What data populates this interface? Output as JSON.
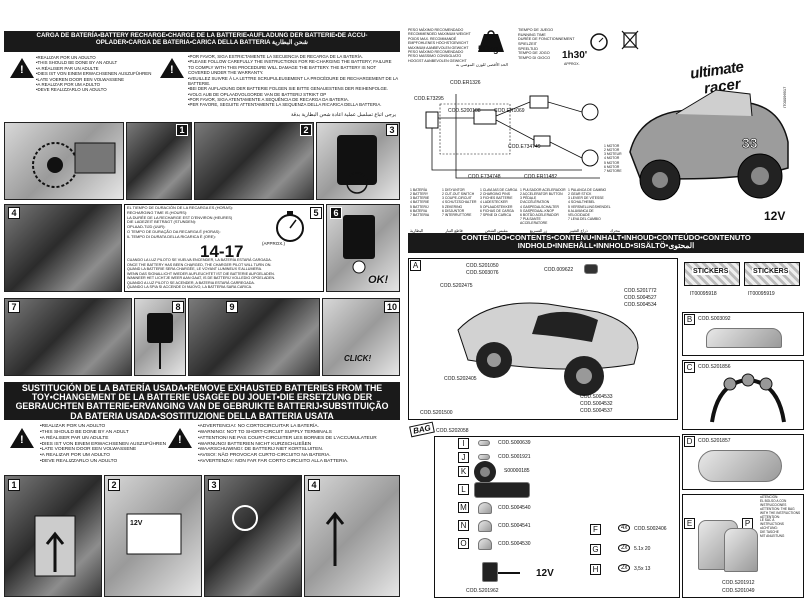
{
  "left_page": {
    "charge_header": "CARGA DE BATERÍA•BATTERY RECHARGE•CHARGE DE LA BATTERIE•AUFLADUNG DER BATTERIE•DE ACCU-OPLADER•CARGA DE BATERIA•CARICA DELLA BATTERIA شحن البطارية",
    "adult_warning": "•REALIZAR POR UN ADULTO\n•THIS SHOULD BE DONE BY AN ADULT\n•A RÉALISER PAR UN ADULTE\n•DIES IST VON EINEM ERWACHSENEN AUSZUFÜHREN\n•LATE VOEREN DOOR EEN VOLWASSENE\n•A REALIZAR POR UM ADULTO\n•DEVE REALIZZARLO UN ADULTO",
    "charge_instructions": "•POR FAVOR, SIGA ESTRICTAMENTE LA SECUENCIA DE RECARGA DE LA BATERÍA.\n•PLEASE FOLLOW CAREFULLY THE INSTRUCTIONS FOR RE-CHARGING THE BATTERY; FAILURE TO COMPLY WITH THIS PROCEDURE WILL DAMAGE THE BATTERY. THE BATTERY IS NOT COVERED UNDER THE WARRANTY.\n•VEUILLEZ SUIVRE À LA LETTRE SCRUPULEUSEMENT LA PROCÉDURE DE RECHARGEMENT DE LA BATTERIE.\n•BEI DER AUFLADUNG DER BATTERIE FOLGEN SIE BITTE GENAUESTENS DER REIHENFOLGE.\n•VOLG AUB DE OPLAADVOLGORDE VAN DE BATTERIJ STRIKT OP\n•POR FAVOR, SIGA ATENTAMENTE A SEQUÊNCIA DE RECARGA DA BATERIA.\n•PER FAVORE, SEGUITE ATTENTAMENTE LA SEQUENZA DELLA RICARICA DELLA BATTERIA.",
    "arabic_note": "يرجى اتباع تسلسل عملية اعادة شحن البطارية بدقة",
    "step_labels": [
      "1",
      "2",
      "3",
      "4",
      "5",
      "6",
      "7",
      "8",
      "9",
      "10"
    ],
    "charge_time_text": "EL TIEMPO DE DURACIÓN DE LA RECARGA ES (HORAS):\nRECHARGING TIME IS (HOURS):\nLA DURÉE DE LA RECHARGE EST D'ENVIRON (HEURES)\nDIE LADEZEIT BETRÄGT (STUNDEN):\nOPLAAD-TIJD (UUR):\nO TEMPO DE DURAÇÃO DA RECARGA É (HORAS):\nIL TEMPO DI DURATA DELLA RICARICA È (ORE):",
    "charge_time_value": "14-17",
    "charge_time_unit": "(APPROX.)",
    "charge_led_text": "CUANDO LA LUZ PILOTO SE VUELVA ENCENDER, LA BATERÍA ESTARÁ CARGADA.\nONCE THE BATTERY HAS BEEN CHARGED, THE CHARGER PILOT WILL TURN ON.\nQUAND LA BATTERIE SERA CHARGÉE, LE VOYANT LUMINEUX S'ALLUMERA.\nWENN DAS SIGNALLICHT WIEDER AUFLEUCHTET IST DIE BATTERIE AUFGELADEN.\nWANNEER HET LICHTJE WEER AAN GAAT, IS DE BATTERIJ VOLLEDIG OPGELADEN.\nQUANDO A LUZ PILOTO SE ACENDER, A BATERIA ESTARÁ CARREGADA.\nQUANDO LA SPIA SI ACCENDE DI NUOVO, LA BATTERIA SARA CARICA.",
    "ok_label": "OK!",
    "click_label": "CLICK!",
    "replace_header": "SUSTITUCIÓN DE LA BATERÍA USADA•REMOVE EXHAUSTED BATTERIES FROM THE TOY•CHANGEMENT DE LA BATTERIE USAGÉE DU JOUET•DIE ERSETZUNG DER GEBRAUCHTEN BATTERIE•ERVANGING VAN DE GEBRUIKTE BATTERIJ•SUBSTITUIÇÃO DA BATERIA USADA•SOSTITUZIONE DELLA BATTERIA USATA",
    "replace_adult": "•REALIZAR POR UN ADULTO\n•THIS SHOULD BE DONE BY AN ADULT\n•A RÉALISER PAR UN ADULTE\n•DIES IST VON EINEM ERWACHSENEN AUSZUFÜHREN\n•LATE VOEREN DOOR EEN VOLWASSENE\n•A REALIZAR POR UM ADULTO\n•DEVE REALIZZARLO UN ADULTO",
    "shortcut_warning": "•ADVERTENCIA!: NO CORTOCIRCUITAR LA BATERÍA.\n•WARNING!: NOT TO SHORT-CIRCUIT SUPPLY TERMINALS\n•ATTENTION! NE PAS COURT-CIRCUITER LES BORNES DE L'ACCUMULATEUR\n•WARNUNG! BATTERIEN NICHT KURZSCHLIEßEN\n•WAARSCHUWING!: DE BATTERIJ NIET KORTSLUITEN.\n•AVISO!: NÃO PROVOCAR CURTO-CIRCUITO NA BATERIA.\n•AVVERTENZA!: NON FAR FAR CORTO CIRCUITO ALLA BATTERIA.",
    "replace_steps": [
      "1",
      "2",
      "3",
      "4"
    ],
    "battery_label": "12V"
  },
  "right_page": {
    "weight_text": "PESO MÁXIMO RECOMENDADO\nRECOMMENDED MAXIMUM WEIGHT\nPOIDS MAX. RECOMMANDÉ\nEMPFOHLENES HÖCHSTGEWICHT\nMAXIMUM AANBEVOLEN GEWICHT\nPESO MÁXIMO RECOMENDADO\nPESO MASSIMO CONSIGLIATO\nHOOGST AANBEVOLEN GEWICHT",
    "weight_value": "50kg",
    "weight_arabic": "الحد الأقصى للوزن الموصى به",
    "time_text": "TIEMPO DE JUEGO\nRUNNING TIME\nDURÉE DE FONCTIONNEMENT\nSPIELZEIT\nSPEELTIJD\nTEMPO DE JOGO\nTEMPO DI GIOCO",
    "time_value": "1h30'",
    "time_approx": "APPROX.",
    "brand_line1": "ultimate",
    "brand_line2": "racer",
    "doc_code": "IT00096917",
    "voltage": "12V",
    "wiring_codes": [
      "COD.ER1326",
      "COD.E73295",
      "COD.S200188",
      "COD.ER1069",
      "COD.E734749",
      "COD.E734748",
      "COD.ER11482"
    ],
    "legend_col1": "1 BATERÍA\n2 BATTERY\n3 BATTERIE\n4 BATTERIE\n5 BATTERIJ\n6 BATERIA\n7 BATTERIA",
    "legend_col2": "1 DISYUNTOR\n2 CUT-OUT SWITCH\n3 COUPE-CIRCUIT\n4 SCHUTZSCHALTER\n5 ZEKERING\n6 DISJUNTOR\n7 INTERRUTTORE",
    "legend_col3": "1 CLAVIJAS DE CARGA\n2 CHARGING PINS\n3 FICHES BATTERIE\n4 LADESTECKER\n5 OPLAADSTEKKER\n6 FICHAS DE CARGA\n7 SPINE DI CARICA",
    "legend_col4": "1 PULSADOR ACELERADOR\n2 ACCELERATOR BUTTON\n3 PÉDALE D'ACCÉLÉRATION\n4 GASPEDALSCHALTER\n5 GASPEDAAL-KNOP\n6 BOTÃO ACELERADOR\n7 PULSANTE ACCELERATORE",
    "legend_col5": "1 PALANCA DE CAMBIO\n2 GEAR STICK\n3 LEVIER DE VITESSE\n4 SCHALTHEBEL\n5 VERSNELLINGSHENDEL\n6 ALAVANCA DE VELOCIDADE\n7 LEVA DEL CAMBIO",
    "legend_col6": "1 MOTOR\n2 MOTOR\n3 MOTEUR\n4 MOTOR\n5 MOTOR\n6 MOTOR\n7 MOTORE",
    "legend_arabic": [
      "البطارية",
      "قاطع التيار",
      "مقبس الشحن",
      "زر التسريع",
      "ذراع التغيير",
      "محرك"
    ],
    "contents_header": "CONTENIDO•CONTENTS•CONTENU•INHALT•INHOUD•CONTEÚDO•CONTENUTO INDHOLD•INNEHÅLL•INNHOLD•SISÄLTÖ•المحتوى",
    "section_a": {
      "label": "A",
      "codes": [
        "COD.S201050",
        "COD.S003076",
        "COD.009622",
        "COD.S202475",
        "COD.S201772",
        "COD.S004527",
        "COD.S004534",
        "COD.S202405",
        "COD.S201500",
        "COD.S004533",
        "COD.S004532",
        "COD.S004537"
      ]
    },
    "stickers": [
      {
        "title": "STICKERS",
        "code": "IT00095918"
      },
      {
        "title": "STICKERS",
        "code": "IT00095919"
      }
    ],
    "section_b": {
      "label": "B",
      "code": "COD.S003092"
    },
    "section_c": {
      "label": "C",
      "code": "COD.S201856"
    },
    "section_d": {
      "label": "D",
      "code": "COD.S201857"
    },
    "section_e": {
      "label": "E",
      "codes": [
        "COD.S201912",
        "COD.S201049"
      ]
    },
    "bag_label": "BAG",
    "bag_code": "COD.S202058",
    "bag_items": [
      {
        "label": "I",
        "code": "COD.S000639"
      },
      {
        "label": "J",
        "code": "COD.S001921"
      },
      {
        "label": "K",
        "code": "S00000185"
      },
      {
        "label": "L",
        "code": ""
      },
      {
        "label": "M",
        "code": "COD.S004540"
      },
      {
        "label": "N",
        "code": "COD.S004541"
      },
      {
        "label": "O",
        "code": "COD.S004530"
      }
    ],
    "charger_voltage": "12V",
    "charger_code": "COD.S201962",
    "fasteners": [
      {
        "label": "F",
        "qty": "4x",
        "code": "COD.S002406"
      },
      {
        "label": "G",
        "qty": "2x",
        "code": "5.1x 20"
      },
      {
        "label": "H",
        "qty": "2x",
        "code": "3,5x 13"
      }
    ],
    "side_note": "•ATENCIÓN:\nEL BOLSO A CON\nINSTRUCCIONES\n•ATTENTION: THE BAG\nWITH THE INSTRUCTIONS\n•ATTENTION:\nLE SAC À\nINSTRUCTIONS\n•ACHTUNG:\nDIE TASCHE\nMIT ANLEITUNG"
  }
}
